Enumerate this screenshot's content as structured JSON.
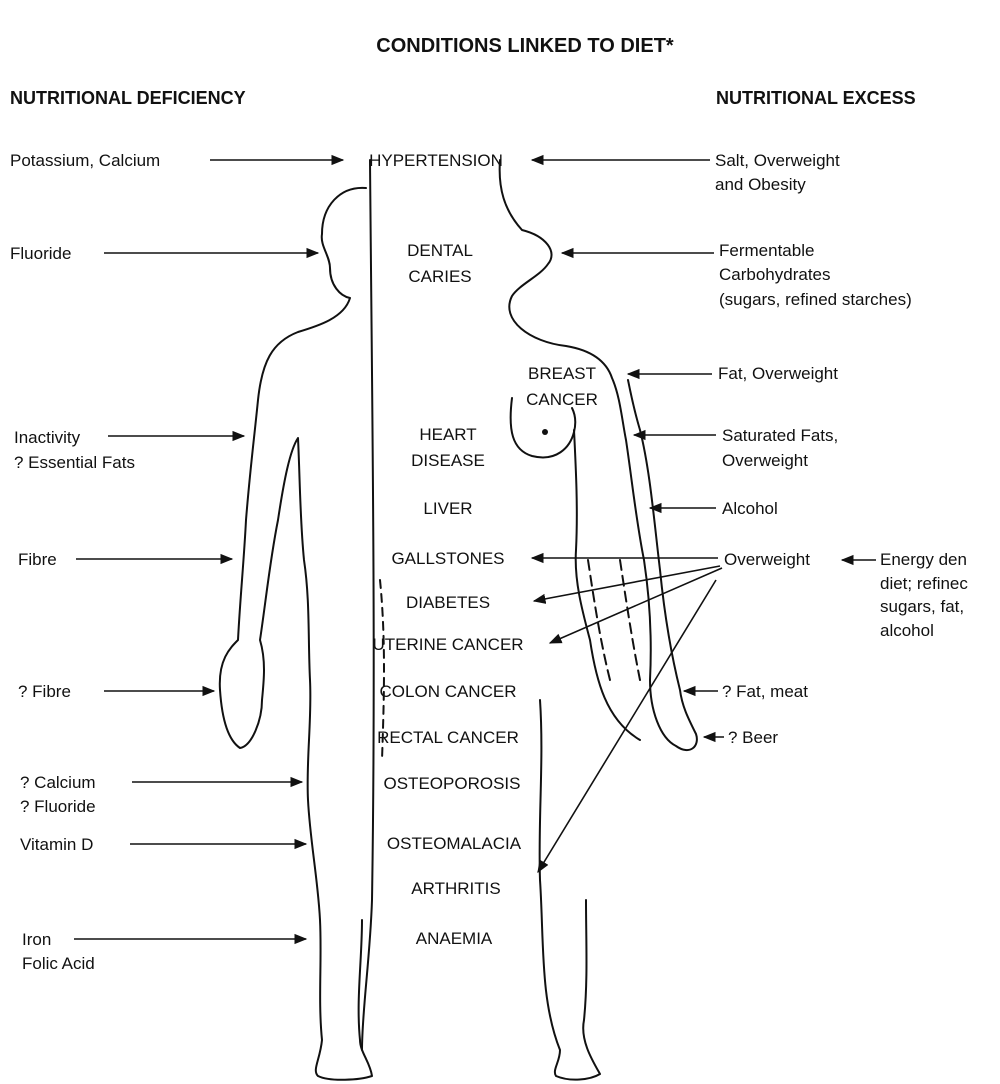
{
  "title": "CONDITIONS LINKED TO DIET*",
  "headers": {
    "deficiency": "NUTRITIONAL DEFICIENCY",
    "excess": "NUTRITIONAL EXCESS"
  },
  "conditions": [
    "HYPERTENSION",
    "DENTAL",
    "CARIES",
    "BREAST",
    "CANCER",
    "HEART",
    "DISEASE",
    "LIVER",
    "GALLSTONES",
    "DIABETES",
    "UTERINE CANCER",
    "COLON CANCER",
    "RECTAL CANCER",
    "OSTEOPOROSIS",
    "OSTEOMALACIA",
    "ARTHRITIS",
    "ANAEMIA"
  ],
  "deficiency_labels": [
    "Potassium, Calcium",
    "Fluoride",
    "Inactivity",
    "? Essential Fats",
    "Fibre",
    "? Fibre",
    "? Calcium",
    "? Fluoride",
    "Vitamin D",
    "Iron",
    "Folic Acid"
  ],
  "excess_labels": [
    "Salt, Overweight",
    "and Obesity",
    "Fermentable",
    "Carbohydrates",
    "(sugars, refined starches)",
    "Fat, Overweight",
    "Saturated Fats,",
    "Overweight",
    "Alcohol",
    "Overweight",
    "Energy den",
    "diet; refinec",
    "sugars, fat,",
    "alcohol",
    "? Fat, meat",
    "? Beer"
  ]
}
